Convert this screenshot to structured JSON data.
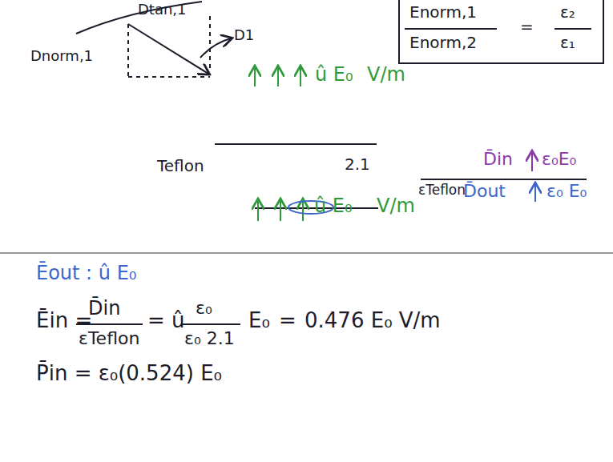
{
  "diagram": {
    "nodes": [
      {
        "text": [
          "Enorm,1",
          "Enorm,2",
          "=",
          "ε₂",
          "ε₁"
        ]
      }
    ],
    "labels": [
      "Dtan,1",
      "Dnorm,1",
      "D1",
      "û E₀",
      "V/m",
      "Teflon",
      "2.1",
      "εTeflon",
      "D̄in",
      "ε₀E₀",
      "D̄out",
      "ε₀ E₀",
      "û E₀",
      "V/m",
      "Ēout : û E₀",
      "Ēin =",
      "D̄in",
      "εTeflon",
      "= û",
      "ε₀",
      "ε₀ 2.1",
      "E₀",
      "=",
      "0.476 E₀ V/m",
      "P̄in = ε₀(0.524) E₀"
    ]
  }
}
